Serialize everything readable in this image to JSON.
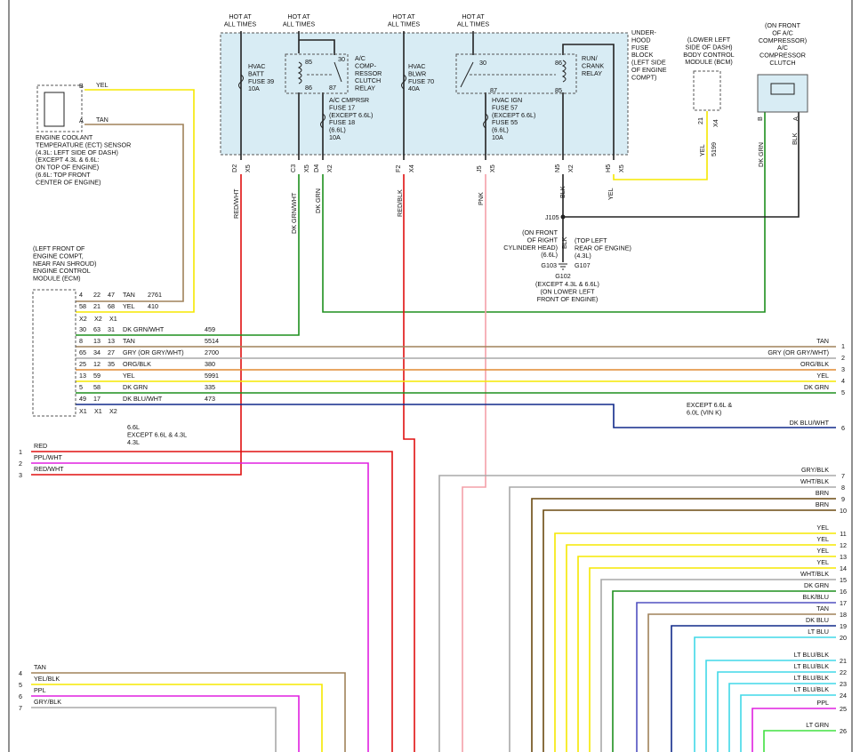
{
  "colors": {
    "tan": "#a0825a",
    "yel": "#f5e800",
    "dkgrn": "#1e8f1e",
    "red": "#e01010",
    "ppl": "#e020e0",
    "gry": "#a8a8a8",
    "org": "#e08a30",
    "dkblu": "#102a8a",
    "pnk": "#f4a0a8",
    "brn": "#6b4a10",
    "ltblu": "#40d8e8",
    "ltgrn": "#40e040",
    "blkblu": "#5050c0",
    "blk": "#222222",
    "fusebox": "#d8ecf4"
  },
  "top_labels": {
    "hot1": [
      "HOT AT",
      "ALL TIMES"
    ],
    "hot2": [
      "HOT AT",
      "ALL TIMES"
    ],
    "hot3": [
      "HOT AT",
      "ALL TIMES"
    ],
    "hot4": [
      "HOT AT",
      "ALL TIMES"
    ],
    "fuse39": [
      "HVAC",
      "BATT",
      "FUSE 39",
      "10A"
    ],
    "relay_ac": [
      "A/C",
      "COMP-",
      "RESSOR",
      "CLUTCH",
      "RELAY"
    ],
    "relay_ac_pins": [
      "85",
      "30",
      "86",
      "87"
    ],
    "fuse17": [
      "A/C CMPRSR",
      "FUSE 17",
      "(EXCEPT 6.6L)",
      "FUSE 18",
      "(6.6L)",
      "10A"
    ],
    "fuse70": [
      "HVAC",
      "BLWR",
      "FUSE 70",
      "40A"
    ],
    "relay_run_pins": [
      "30",
      "86",
      "87",
      "85"
    ],
    "fuse57": [
      "HVAC IGN",
      "FUSE 57",
      "(EXCEPT 6.6L)",
      "FUSE 55",
      "(6.6L)",
      "10A"
    ],
    "relay_run": [
      "RUN/",
      "CRANK",
      "RELAY"
    ],
    "fuse_block": [
      "UNDER-",
      "HOOD",
      "FUSE",
      "BLOCK",
      "(LEFT SIDE",
      "OF ENGINE",
      "COMPT)"
    ],
    "bcm": [
      "(LOWER LEFT",
      "SIDE OF DASH)",
      "BODY CONTROL",
      "MODULE (BCM)"
    ],
    "bcm_pins": [
      "21",
      "X4"
    ],
    "bcm_wire": [
      "YEL",
      "5199"
    ],
    "clutch": [
      "(ON FRONT",
      "OF A/C",
      "COMPRESSOR)",
      "A/C",
      "COMPRESSOR",
      "CLUTCH"
    ],
    "clutch_pins": [
      "B",
      "A"
    ],
    "clutch_wires": [
      "DK GRN",
      "BLK"
    ]
  },
  "connectors": [
    "D2",
    "X5",
    "C3",
    "X5",
    "D4",
    "X2",
    "F2",
    "X4",
    "J5",
    "X5",
    "N5",
    "X2",
    "H5",
    "X5"
  ],
  "vertical_wire_labels": [
    "RED/WHT",
    "DK GRN/WHT",
    "DK GRN",
    "RED/BLK",
    "PNK",
    "BLK",
    "YEL"
  ],
  "ground": {
    "j105": "J105",
    "blk": "BLK",
    "left": [
      "(ON FRONT",
      "OF RIGHT",
      "CYLINDER HEAD)",
      "(6.6L)"
    ],
    "right": [
      "(TOP LEFT",
      "REAR OF ENGINE)",
      "(4.3L)"
    ],
    "g103": "G103",
    "g107": "G107",
    "g102": "G102",
    "bottom": [
      "(EXCEPT 4.3L & 6.6L)",
      "(ON LOWER LEFT",
      "FRONT OF ENGINE)"
    ]
  },
  "ect": {
    "pin_b": "B",
    "pin_a": "A",
    "wire_b": "YEL",
    "wire_a": "TAN",
    "label": [
      "ENGINE COOLANT",
      "TEMPERATURE (ECT) SENSOR",
      "(4.3L: LEFT SIDE OF DASH)",
      "(EXCEPT 4.3L & 6.6L:",
      "ON TOP OF ENGINE)",
      "(6.6L: TOP FRONT",
      "CENTER OF ENGINE)"
    ]
  },
  "ecm": {
    "label": [
      "(LEFT FRONT OF",
      "ENGINE COMPT,",
      "NEAR FAN SHROUD)",
      "ENGINE CONTROL",
      "MODULE (ECM)"
    ],
    "top_rows": [
      {
        "p1": "4",
        "p2": "22",
        "p3": "47",
        "color": "TAN",
        "circuit": "2761"
      },
      {
        "p1": "58",
        "p2": "21",
        "p3": "68",
        "color": "YEL",
        "circuit": "410"
      }
    ],
    "header_top": [
      "X2",
      "X2",
      "X1"
    ],
    "rows": [
      {
        "p1": "30",
        "p2": "63",
        "p3": "31",
        "color": "DK GRN/WHT",
        "circuit": "459"
      },
      {
        "p1": "8",
        "p2": "13",
        "p3": "13",
        "color": "TAN",
        "circuit": "5514"
      },
      {
        "p1": "65",
        "p2": "34",
        "p3": "27",
        "color": "GRY  (OR GRY/WHT)",
        "circuit": "2700"
      },
      {
        "p1": "25",
        "p2": "12",
        "p3": "35",
        "color": "ORG/BLK",
        "circuit": "380"
      },
      {
        "p1": "13",
        "p2": "59",
        "p3": "",
        "color": "YEL",
        "circuit": "5991"
      },
      {
        "p1": "5",
        "p2": "58",
        "p3": "",
        "color": "DK GRN",
        "circuit": "335"
      },
      {
        "p1": "49",
        "p2": "17",
        "p3": "",
        "color": "DK BLU/WHT",
        "circuit": "473"
      }
    ],
    "header_bottom": [
      "X1",
      "X1",
      "X2"
    ],
    "notes": [
      "6.6L",
      "EXCEPT 6.6L & 4.3L",
      "4.3L"
    ]
  },
  "right_bus": [
    {
      "label": "TAN",
      "num": "1"
    },
    {
      "label": "GRY        (OR GRY/WHT)",
      "num": "2"
    },
    {
      "label": "ORG/BLK",
      "num": "3"
    },
    {
      "label": "YEL",
      "num": "4"
    },
    {
      "label": "DK GRN",
      "num": "5"
    },
    {
      "label": "DK BLU/WHT",
      "num": "6"
    }
  ],
  "except_note": [
    "EXCEPT 6.6L &",
    "6.0L (VIN K)"
  ],
  "left_offpage_top": [
    {
      "num": "1",
      "label": "RED"
    },
    {
      "num": "2",
      "label": "PPL/WHT"
    },
    {
      "num": "3",
      "label": "RED/WHT"
    }
  ],
  "left_offpage_bottom": [
    {
      "num": "4",
      "label": "TAN"
    },
    {
      "num": "5",
      "label": "YEL/BLK"
    },
    {
      "num": "6",
      "label": "PPL"
    },
    {
      "num": "7",
      "label": "GRY/BLK"
    }
  ],
  "right_offpage": [
    {
      "num": "7",
      "label": "GRY/BLK"
    },
    {
      "num": "8",
      "label": "WHT/BLK"
    },
    {
      "num": "9",
      "label": "BRN"
    },
    {
      "num": "10",
      "label": "BRN"
    },
    {
      "num": "11",
      "label": "YEL"
    },
    {
      "num": "12",
      "label": "YEL"
    },
    {
      "num": "13",
      "label": "YEL"
    },
    {
      "num": "14",
      "label": "YEL"
    },
    {
      "num": "15",
      "label": "WHT/BLK"
    },
    {
      "num": "16",
      "label": "DK GRN"
    },
    {
      "num": "17",
      "label": "BLK/BLU"
    },
    {
      "num": "18",
      "label": "TAN"
    },
    {
      "num": "19",
      "label": "DK BLU"
    },
    {
      "num": "20",
      "label": "LT BLU"
    },
    {
      "num": "21",
      "label": "LT BLU/BLK"
    },
    {
      "num": "22",
      "label": "LT BLU/BLK"
    },
    {
      "num": "23",
      "label": "LT BLU/BLK"
    },
    {
      "num": "24",
      "label": "LT BLU/BLK"
    },
    {
      "num": "25",
      "label": "PPL"
    },
    {
      "num": "26",
      "label": "LT GRN"
    }
  ]
}
